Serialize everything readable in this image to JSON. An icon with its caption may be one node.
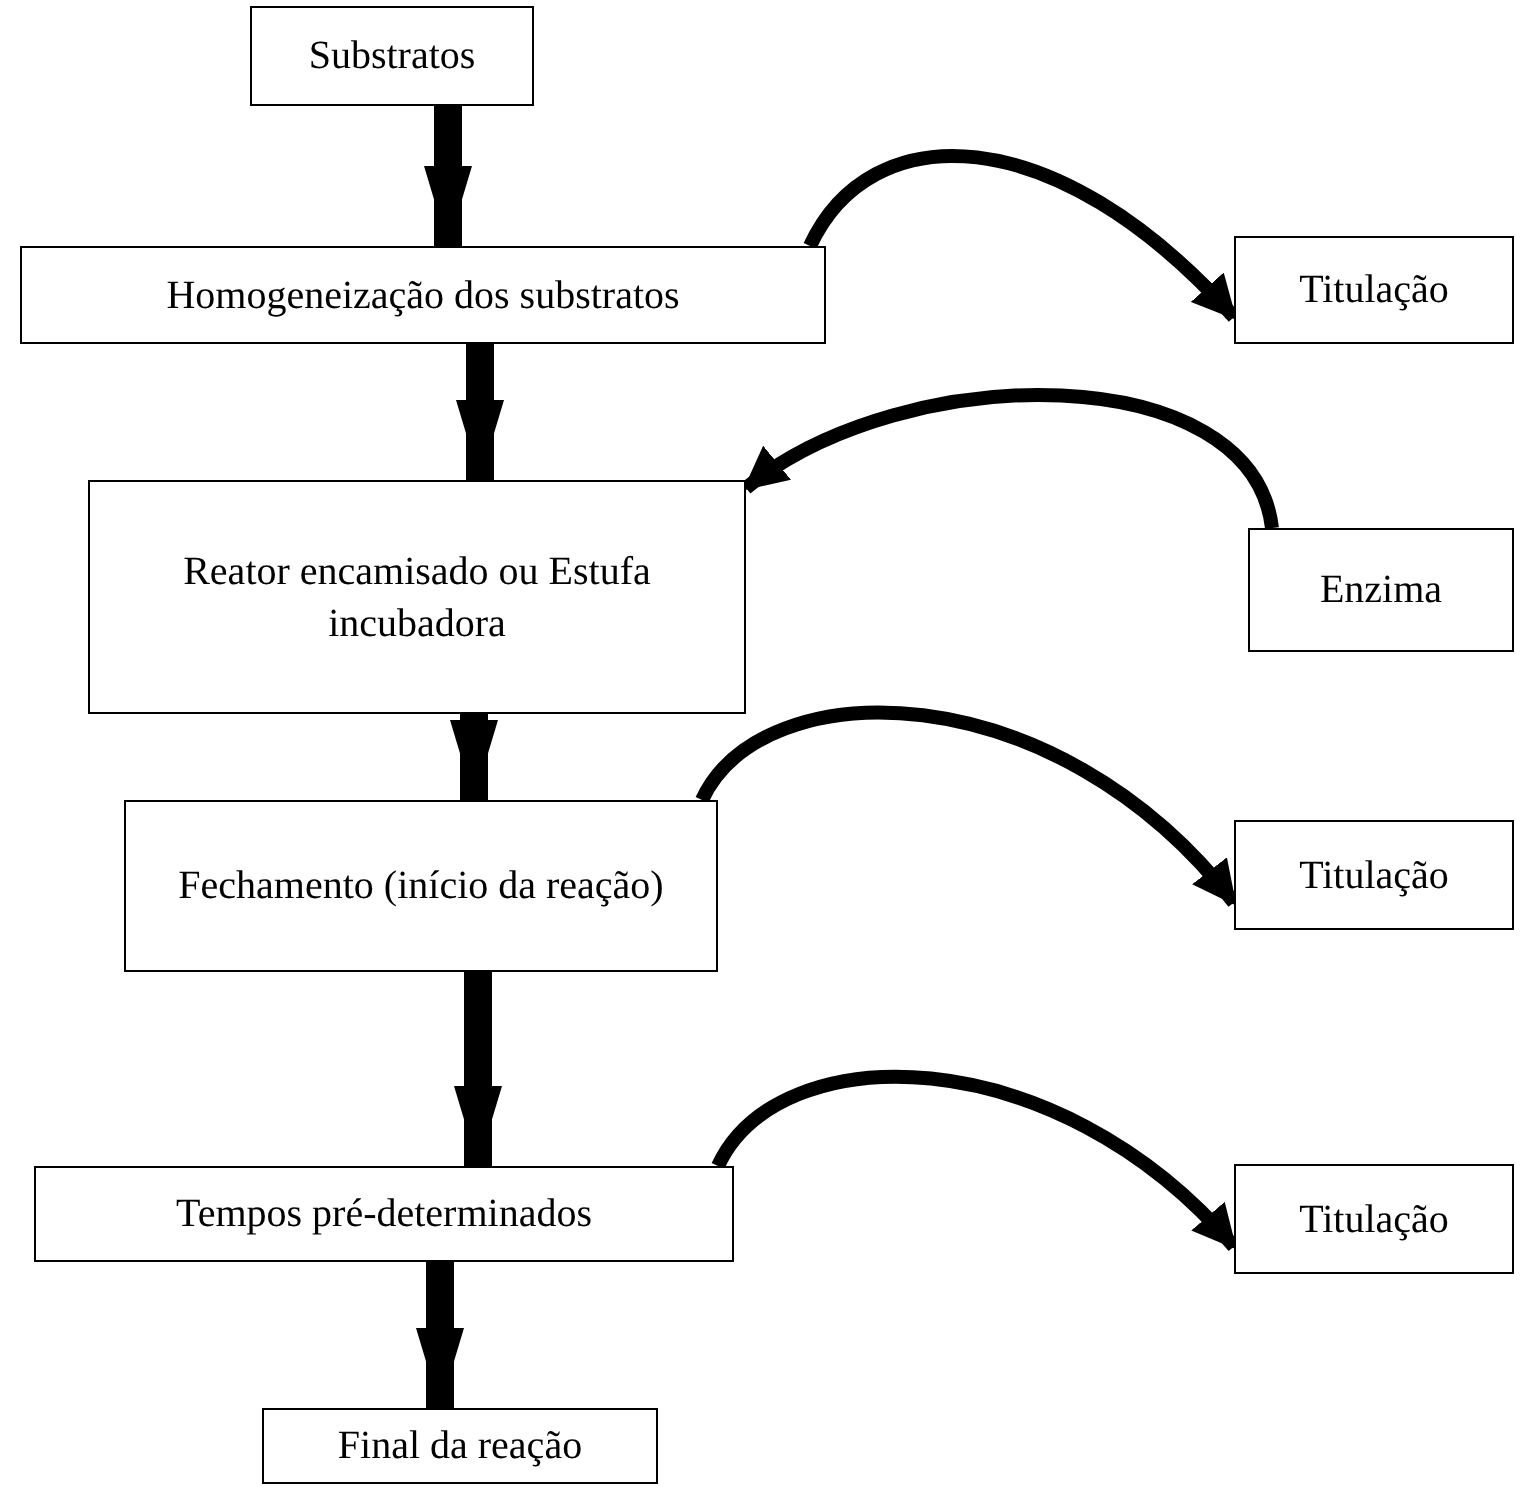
{
  "diagram": {
    "nodes": [
      {
        "text": [
          "Substratos"
        ]
      },
      {
        "text": [
          "Homogeneização dos substratos"
        ]
      },
      {
        "text": [
          "Titulação"
        ]
      },
      {
        "text": [
          "Reator encamisado ou Estufa incubadora"
        ]
      },
      {
        "text": [
          "Enzima"
        ]
      },
      {
        "text": [
          "Fechamento (início da reação)"
        ]
      },
      {
        "text": [
          "Titulação"
        ]
      },
      {
        "text": [
          "Tempos pré-determinados"
        ]
      },
      {
        "text": [
          "Titulação"
        ]
      },
      {
        "text": [
          "Final da reação"
        ]
      }
    ],
    "edges": [
      {
        "from": 0,
        "to": 1,
        "arrow": "to"
      },
      {
        "from": 1,
        "to": 2,
        "arrow": "to"
      },
      {
        "from": 1,
        "to": 3,
        "arrow": "to"
      },
      {
        "from": 4,
        "to": 3,
        "arrow": "to"
      },
      {
        "from": 3,
        "to": 5,
        "arrow": "to"
      },
      {
        "from": 5,
        "to": 6,
        "arrow": "to"
      },
      {
        "from": 5,
        "to": 7,
        "arrow": "to"
      },
      {
        "from": 7,
        "to": 8,
        "arrow": "to"
      },
      {
        "from": 7,
        "to": 9,
        "arrow": "to"
      }
    ]
  }
}
